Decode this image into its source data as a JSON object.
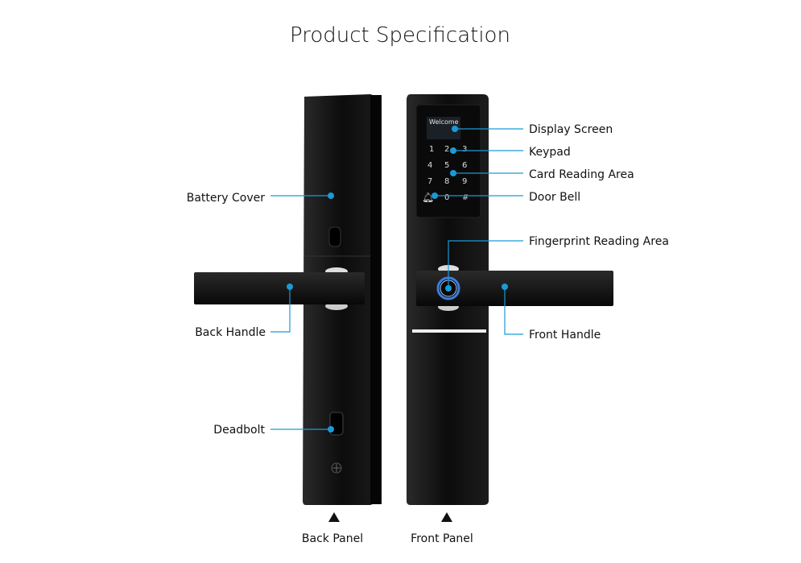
{
  "title": "Product Specification",
  "accent_color": "#1a9ad6",
  "screen": {
    "text": "Welcome"
  },
  "keypad": {
    "keys": [
      "1",
      "2",
      "3",
      "4",
      "5",
      "6",
      "7",
      "8",
      "9",
      "0",
      "#"
    ]
  },
  "callouts": {
    "display_screen": "Display Screen",
    "keypad": "Keypad",
    "card_reading_area": "Card Reading Area",
    "door_bell": "Door Bell",
    "fingerprint_reading_area": "Fingerprint Reading Area",
    "front_handle": "Front Handle",
    "battery_cover": "Battery Cover",
    "back_handle": "Back Handle",
    "deadbolt": "Deadbolt"
  },
  "panels": {
    "back": "Back Panel",
    "front": "Front Panel"
  }
}
